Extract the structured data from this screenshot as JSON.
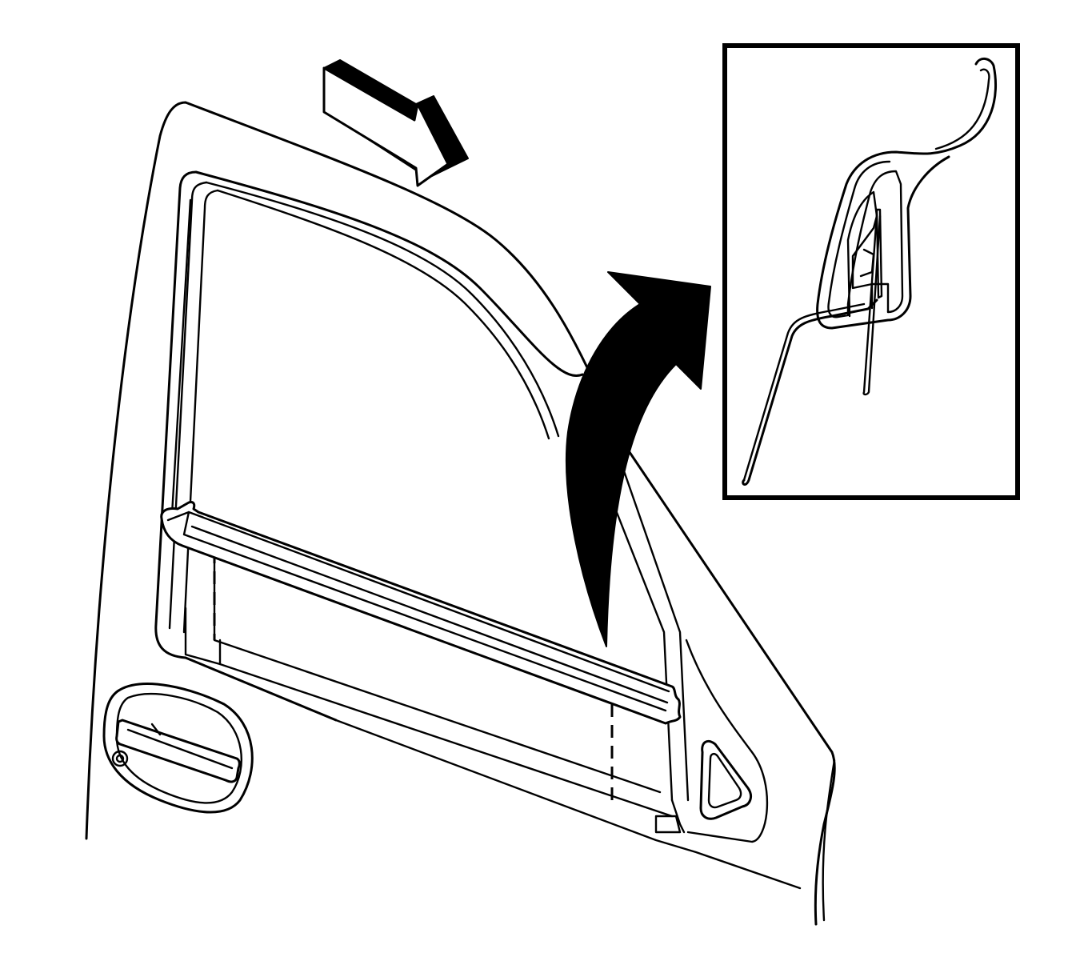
{
  "diagram": {
    "labels": [],
    "colors": {
      "line": "#000000",
      "background": "#ffffff"
    },
    "parts": [
      "door-outer-panel",
      "window-frame",
      "window-outer-belt-sealing-strip",
      "door-handle",
      "detail-inset-view",
      "direction-arrow",
      "callout-arrow"
    ]
  }
}
